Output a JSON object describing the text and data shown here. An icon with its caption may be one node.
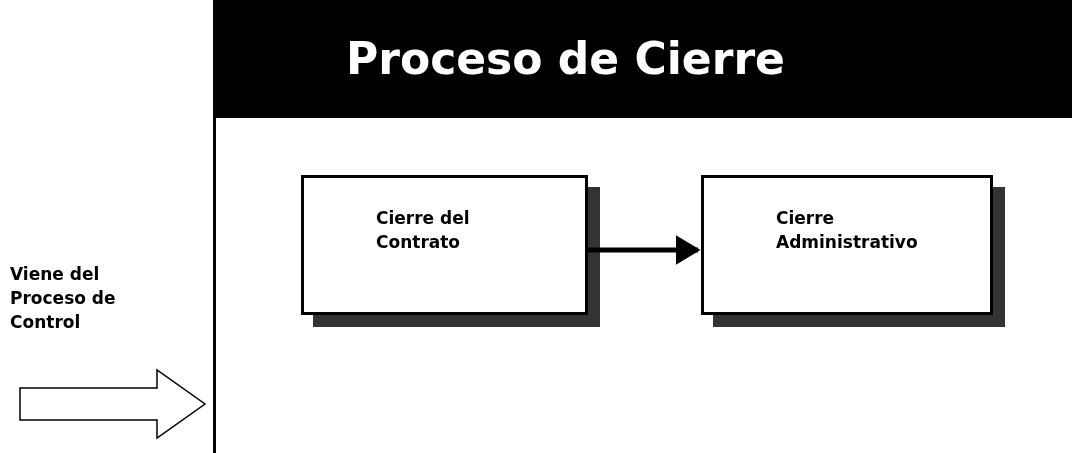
{
  "diagram": {
    "nodes": [
      {
        "text": [
          "Proceso de Cierre"
        ]
      },
      {
        "text": [
          "Cierre del Contrato"
        ],
        "in": 0
      },
      {
        "text": [
          "Cierre Administrativo"
        ],
        "in": 0
      }
    ],
    "edges": [
      {
        "from": 1,
        "to": 2,
        "arrow": "to"
      },
      {
        "from": null,
        "to": 0,
        "arrow": "to",
        "label": "Viene del Proceso de Control"
      }
    ]
  }
}
